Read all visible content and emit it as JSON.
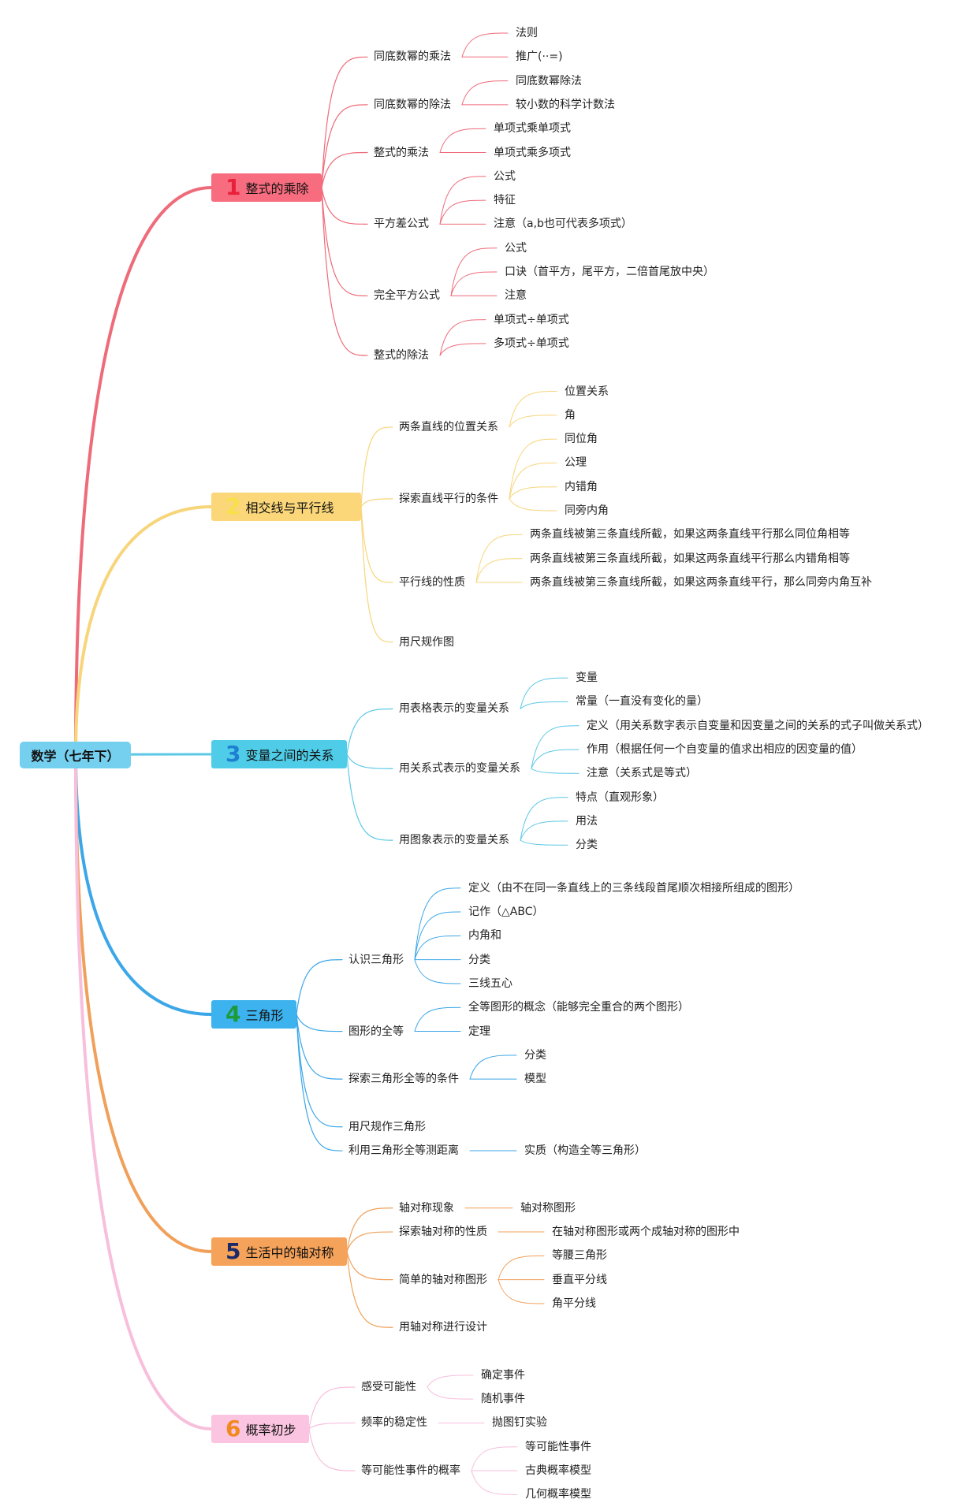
{
  "root": {
    "label": "数学（七年下）"
  },
  "branches": [
    {
      "num": "1",
      "label": "整式的乘除",
      "color": "#ee6b7a",
      "numColor": "#e8203a",
      "bg": "#f76c7e",
      "children": [
        {
          "label": "同底数幂的乘法",
          "children": [
            "法则",
            "推广(··=)"
          ]
        },
        {
          "label": "同底数幂的除法",
          "children": [
            "同底数幂除法",
            "较小数的科学计数法"
          ]
        },
        {
          "label": "整式的乘法",
          "children": [
            "单项式乘单项式",
            "单项式乘多项式"
          ]
        },
        {
          "label": "平方差公式",
          "children": [
            "公式",
            "特征",
            "注意（a,b也可代表多项式）"
          ]
        },
        {
          "label": "完全平方公式",
          "children": [
            "公式",
            "口诀（首平方，尾平方，二倍首尾放中央）",
            "注意"
          ]
        },
        {
          "label": "整式的除法",
          "children": [
            "单项式÷单项式",
            "多项式÷单项式"
          ]
        }
      ]
    },
    {
      "num": "2",
      "label": "相交线与平行线",
      "color": "#f7d57a",
      "numColor": "#f7e04a",
      "bg": "#fbd77a",
      "children": [
        {
          "label": "两条直线的位置关系",
          "children": [
            "位置关系",
            "角"
          ]
        },
        {
          "label": "探索直线平行的条件",
          "children": [
            "同位角",
            "公理",
            "内错角",
            "同旁内角"
          ]
        },
        {
          "label": "平行线的性质",
          "children": [
            "两条直线被第三条直线所截，如果这两条直线平行那么同位角相等",
            "两条直线被第三条直线所截，如果这两条直线平行那么内错角相等",
            "两条直线被第三条直线所截，如果这两条直线平行，那么同旁内角互补"
          ]
        },
        {
          "label": "用尺规作图",
          "children": []
        }
      ]
    },
    {
      "num": "3",
      "label": "变量之间的关系",
      "color": "#5cc8e6",
      "numColor": "#1f7fd0",
      "bg": "#4fcde8",
      "children": [
        {
          "label": "用表格表示的变量关系",
          "children": [
            "变量",
            "常量（一直没有变化的量）"
          ]
        },
        {
          "label": "用关系式表示的变量关系",
          "children": [
            "定义（用关系数字表示自变量和因变量之间的关系的式子叫做关系式）",
            "作用（根据任何一个自变量的值求出相应的因变量的值）",
            "注意（关系式是等式）"
          ]
        },
        {
          "label": "用图象表示的变量关系",
          "children": [
            "特点（直观形象）",
            "用法",
            "分类"
          ]
        }
      ]
    },
    {
      "num": "4",
      "label": "三角形",
      "color": "#3ba6e8",
      "numColor": "#1f9a3a",
      "bg": "#3cb2ee",
      "children": [
        {
          "label": "认识三角形",
          "children": [
            "定义（由不在同一条直线上的三条线段首尾顺次相接所组成的图形）",
            "记作（△ABC）",
            "内角和",
            "分类",
            "三线五心"
          ]
        },
        {
          "label": "图形的全等",
          "children": [
            "全等图形的概念（能够完全重合的两个图形）",
            "定理"
          ]
        },
        {
          "label": "探索三角形全等的条件",
          "children": [
            "分类",
            "模型"
          ]
        },
        {
          "label": "用尺规作三角形",
          "children": []
        },
        {
          "label": "利用三角形全等测距离",
          "children": [
            "实质（构造全等三角形）"
          ]
        }
      ]
    },
    {
      "num": "5",
      "label": "生活中的轴对称",
      "color": "#f0a05a",
      "numColor": "#1c2a6a",
      "bg": "#f5a25a",
      "children": [
        {
          "label": "轴对称现象",
          "children": [
            "轴对称图形"
          ]
        },
        {
          "label": "探索轴对称的性质",
          "children": [
            "在轴对称图形或两个成轴对称的图形中"
          ]
        },
        {
          "label": "简单的轴对称图形",
          "children": [
            "等腰三角形",
            "垂直平分线",
            "角平分线"
          ]
        },
        {
          "label": "用轴对称进行设计",
          "children": []
        }
      ]
    },
    {
      "num": "6",
      "label": "概率初步",
      "color": "#f7bfdc",
      "numColor": "#f08a20",
      "bg": "#fbc4e0",
      "children": [
        {
          "label": "感受可能性",
          "children": [
            "确定事件",
            "随机事件"
          ]
        },
        {
          "label": "频率的稳定性",
          "children": [
            "抛图钉实验"
          ]
        },
        {
          "label": "等可能性事件的概率",
          "children": [
            "等可能性事件",
            "古典概率模型",
            "几何概率模型"
          ]
        }
      ]
    }
  ]
}
